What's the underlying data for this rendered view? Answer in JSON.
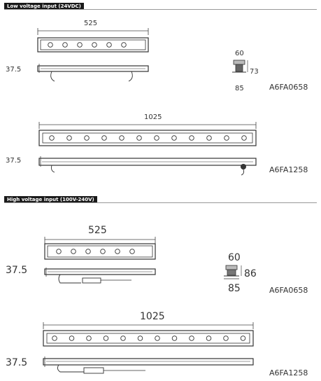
{
  "sections": [
    {
      "title": "Low voltage input (24VDC)",
      "products": [
        {
          "length": "525",
          "height": "37.5",
          "model": "A6FA0658",
          "led_count": 6,
          "profile": {
            "width": "60",
            "height": "73",
            "base": "85"
          }
        },
        {
          "length": "1025",
          "height": "37.5",
          "model": "A6FA1258",
          "led_count": 12
        }
      ]
    },
    {
      "title": "High voltage input (100V-240V)",
      "products": [
        {
          "length": "525",
          "height": "37.5",
          "model": "A6FA0658",
          "led_count": 6,
          "profile": {
            "width": "60",
            "height": "86",
            "base": "85"
          }
        },
        {
          "length": "1025",
          "height": "37.5",
          "model": "A6FA1258",
          "led_count": 12
        }
      ]
    }
  ]
}
